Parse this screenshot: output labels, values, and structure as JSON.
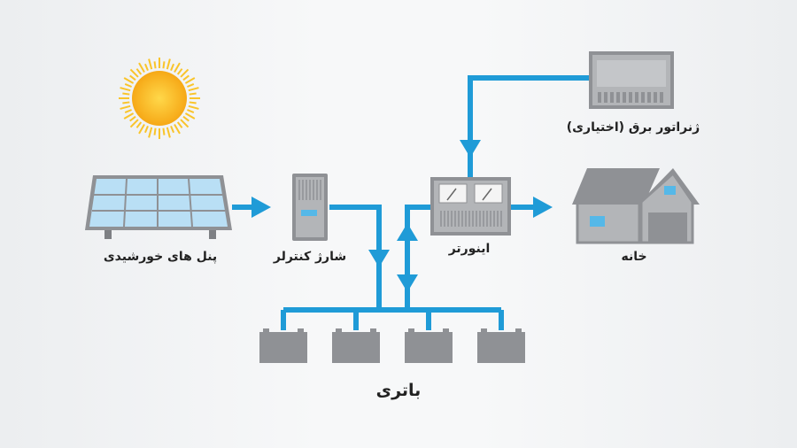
{
  "labels": {
    "solar_panels": "پنل های خورشیدی",
    "charge_controller": "شارژ کنترلر",
    "inverter": "اینورتر",
    "generator": "ژنراتور برق (اختیاری)",
    "house": "خانه",
    "battery": "باتری"
  },
  "colors": {
    "wire": "#1f9bd7",
    "device_gray": "#8f9195",
    "panel_blue": "#9fd3f1",
    "sun": "#f7b718"
  },
  "icons": [
    "sun-icon",
    "solar-panel-icon",
    "charge-controller-icon",
    "inverter-icon",
    "generator-icon",
    "house-icon",
    "battery-icon"
  ]
}
